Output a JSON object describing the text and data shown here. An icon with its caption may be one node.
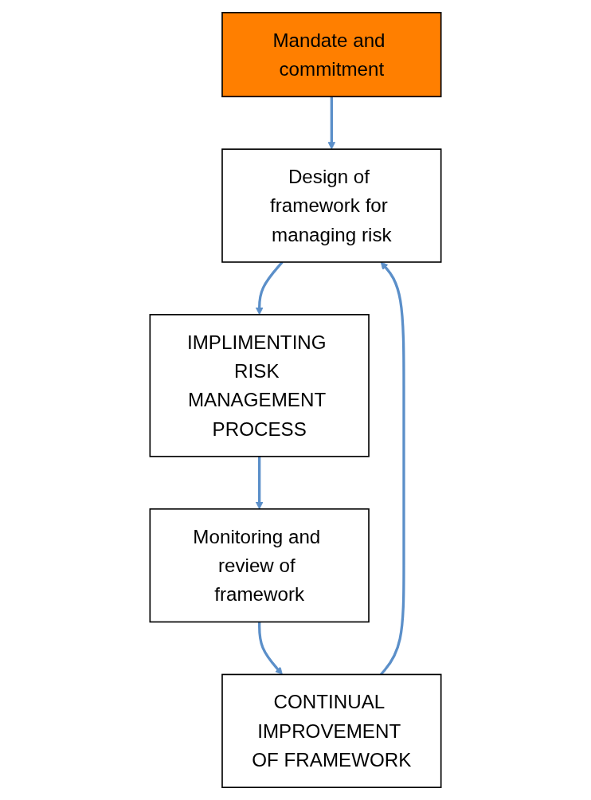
{
  "diagram": {
    "nodes": [
      {
        "text": [
          "Mandate and commitment"
        ]
      },
      {
        "text": [
          "Design of framework for managing risk"
        ]
      },
      {
        "text": [
          "IMPLIMENTING RISK MANAGEMENT PROCESS"
        ]
      },
      {
        "text": [
          "Monitoring and review of framework"
        ]
      },
      {
        "text": [
          "CONTINUAL IMPROVEMENT OF FRAMEWORK"
        ]
      }
    ],
    "edges": [
      {
        "from": 0,
        "to": 1,
        "arrow": "to"
      },
      {
        "from": 1,
        "to": 2,
        "arrow": "to"
      },
      {
        "from": 2,
        "to": 3,
        "arrow": "to"
      },
      {
        "from": 3,
        "to": 4,
        "arrow": "to"
      },
      {
        "from": 4,
        "to": 1,
        "arrow": "to"
      }
    ]
  }
}
